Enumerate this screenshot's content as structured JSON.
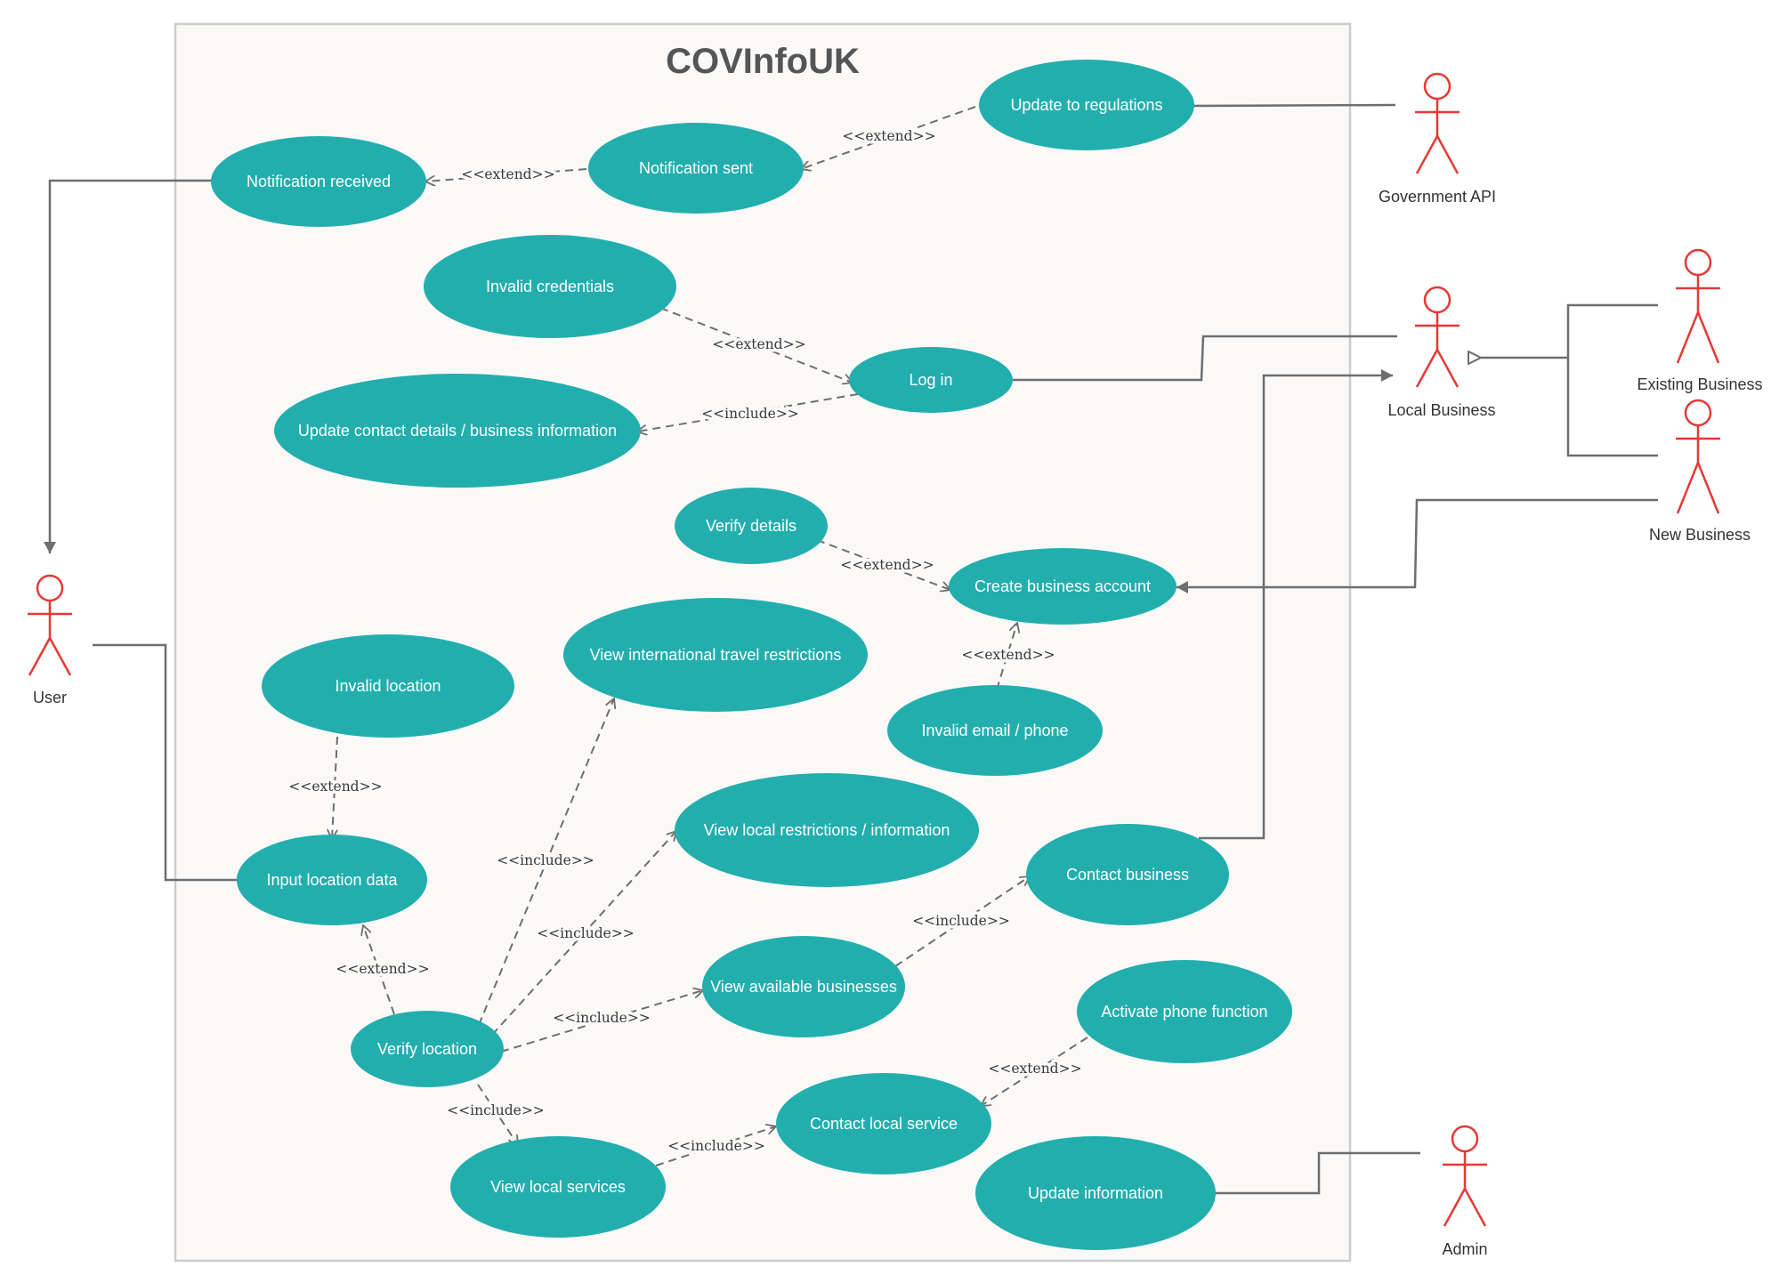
{
  "system_title": "COVInfoUK",
  "colors": {
    "use_case_fill": "#23aeae",
    "actor_stroke": "#e53935",
    "connector": "#6e6e6e",
    "boundary_fill": "#faf9f8",
    "boundary_stroke": "#cccccc"
  },
  "actors": {
    "government_api": "Government API",
    "local_business": "Local Business",
    "existing_business": "Existing Business",
    "new_business": "New Business",
    "user": "User",
    "admin": "Admin"
  },
  "use_cases": {
    "update_regulations": "Update to regulations",
    "notification_sent": "Notification sent",
    "notification_received": "Notification received",
    "invalid_credentials": "Invalid credentials",
    "log_in": "Log in",
    "update_contact": "Update contact details / business information",
    "verify_details": "Verify details",
    "create_business_account": "Create business account",
    "invalid_email_phone": "Invalid email / phone",
    "view_international": "View international travel restrictions",
    "invalid_location": "Invalid location",
    "view_local_restrictions": "View local restrictions / information",
    "input_location": "Input location data",
    "contact_business": "Contact business",
    "view_available_businesses": "View available businesses",
    "activate_phone": "Activate phone function",
    "verify_location": "Verify location",
    "contact_local_service": "Contact local service",
    "view_local_services": "View  local services",
    "update_information": "Update information"
  },
  "relationship_labels": {
    "extend": "<<extend>>",
    "include": "<<include>>"
  }
}
